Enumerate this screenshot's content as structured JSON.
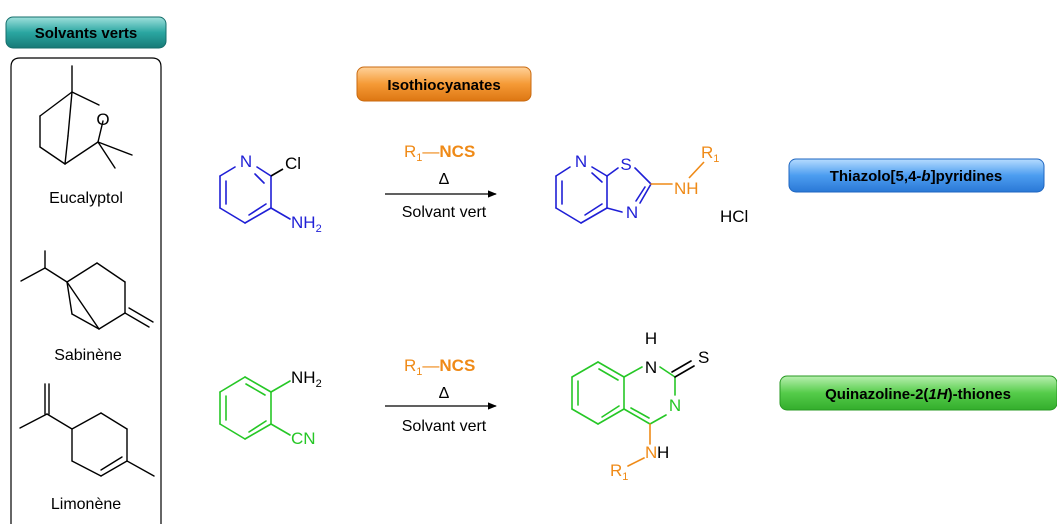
{
  "badges": {
    "solvents": "Solvants verts",
    "isothiocyanates": "Isothiocyanates",
    "thiazolo_pre": "Thiazolo[5,4-",
    "thiazolo_italic": "b",
    "thiazolo_post": "]pyridines",
    "quin_pre": "Quinazoline-2(",
    "quin_italic": "1H",
    "quin_post": ")-thiones"
  },
  "solvents": {
    "eucalyptol": "Eucalyptol",
    "sabinene": "Sabinène",
    "limonene": "Limonène",
    "oxygen": "O"
  },
  "reagent": {
    "r": "R",
    "sub": "1",
    "dash": "—",
    "ncs": "NCS"
  },
  "conditions": {
    "delta": "Δ",
    "solvent": "Solvant vert"
  },
  "atoms": {
    "n": "N",
    "cl": "Cl",
    "nh": "NH",
    "h2": "2",
    "s": "S",
    "h": "H",
    "cn": "CN",
    "hcl": "HCl",
    "r": "R",
    "r_sub": "1"
  },
  "colors": {
    "teal": "#1a8f8c",
    "orange": "#f08a1e",
    "blue": "#2e86e6",
    "green": "#3dbd3d",
    "pyridine": "#1f1fd6",
    "benzene": "#26c726",
    "reagent": "#ef8a17"
  }
}
